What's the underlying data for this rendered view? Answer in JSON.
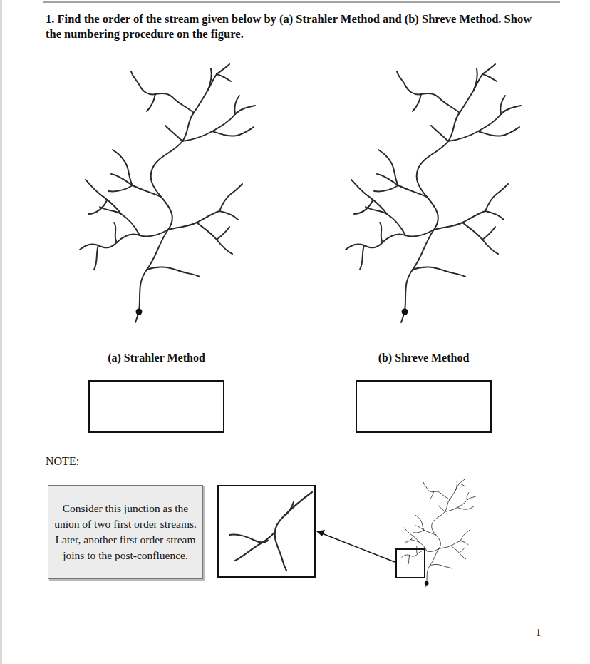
{
  "diagram": {
    "title": "1. Find the order of the stream given below by (a) Strahler Method and (b) Shreve Method. Show the numbering procedure on the figure.",
    "nodes": [
      {
        "text": [
          "(a) Strahler Method"
        ]
      },
      {
        "text": [
          "(b) Shreve Method"
        ]
      },
      {
        "text": [
          "Consider this junction as the union of two first order streams. Later, another first order stream joins to the post-confluence."
        ]
      }
    ],
    "labels": [
      "NOTE:",
      "1"
    ]
  }
}
